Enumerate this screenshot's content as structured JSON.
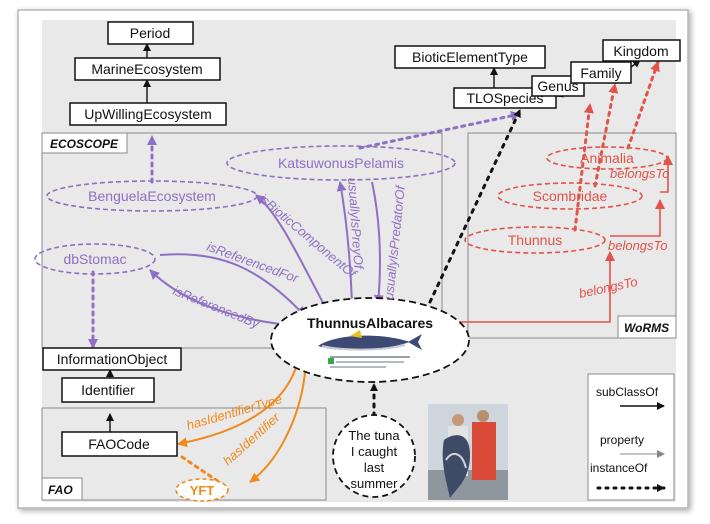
{
  "classes": {
    "period": "Period",
    "marine_ecosystem": "MarineEcosystem",
    "upwelling_ecosystem": "UpWillingEcosystem",
    "biotic_element_type": "BioticElementType",
    "tlo_species": "TLOSpecies",
    "genus": "Genus",
    "family": "Family",
    "kingdom": "Kingdom",
    "information_object": "InformationObject",
    "identifier": "Identifier",
    "fao_code": "FAOCode"
  },
  "instances": {
    "katsuwonus": "KatsuwonusPelamis",
    "benguela": "BenguelaEcosystem",
    "dbstomac": "dbStomac",
    "animalia": "Animalia",
    "scombridae": "Scombridae",
    "thunnus": "Thunnus",
    "thunnus_albacares": "ThunnusAlbacares",
    "yft": "YFT",
    "tuna_line1": "The tuna",
    "tuna_line2": "I caught",
    "tuna_line3": "last",
    "tuna_line4": "summer"
  },
  "properties": {
    "is_biotic_component_of": "isBioticComponentOf",
    "usually_is_prey_of": "usuallyIsPreyOf",
    "usually_is_predator_of": "usuallyIsPredatorOf",
    "is_referenced_for": "isReferencedFor",
    "is_referenced_by": "isReferencedBy",
    "belongs_to_animalia": "belongsTo",
    "belongs_to_scombridae": "belongsTo",
    "belongs_to_thunnus": "belongsTo",
    "has_identifier_type": "hasIdentifierType",
    "has_identifier": "hasIdentifier"
  },
  "regions": {
    "ecoscope": "ECOSCOPE",
    "worms": "WoRMS",
    "fao": "FAO"
  },
  "legend": {
    "subclass": "subClassOf",
    "property": "property",
    "instance": "instanceOf"
  },
  "colors": {
    "ecoscope": "#8e6fc4",
    "worms": "#e2534a",
    "fao": "#f08a1c",
    "region_bg": "#e9e9e9",
    "region_border": "#7a7a7a"
  }
}
